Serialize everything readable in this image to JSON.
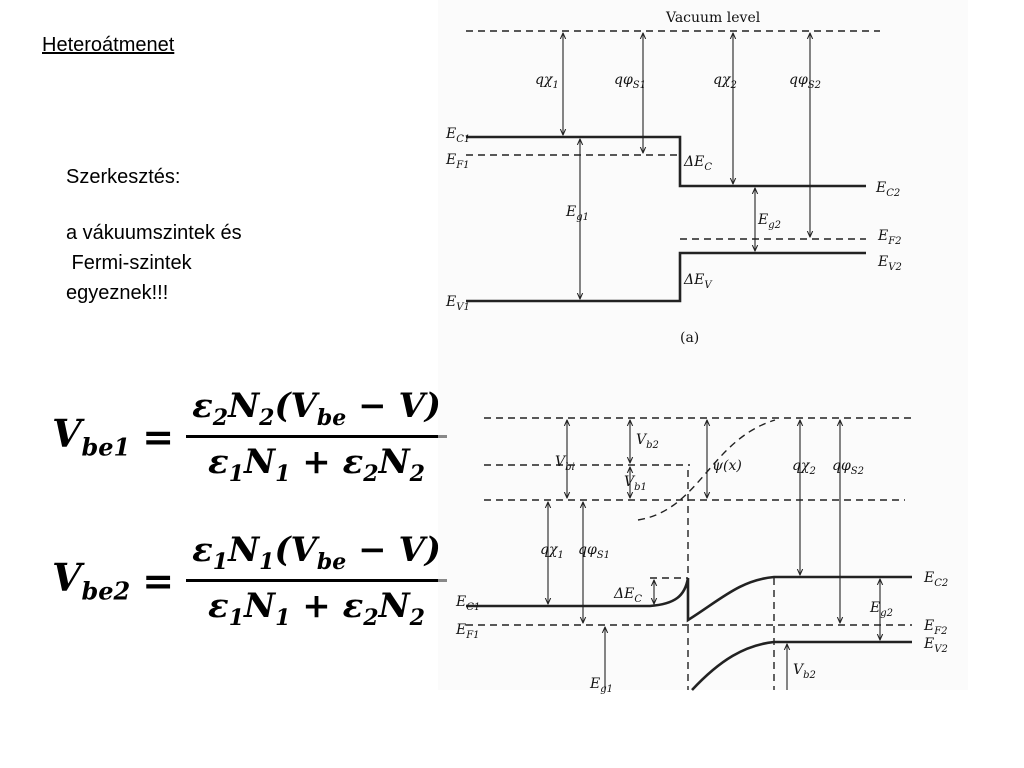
{
  "title": "Heteroátmenet",
  "notes": {
    "line1": "Szerkesztés:",
    "line2": "a vákuumszintek és",
    "line3": " Fermi-szintek",
    "line4": "egyeznek!!!"
  },
  "formula1": {
    "lhs": "V",
    "lhs_sub": "be1",
    "eq": "=",
    "num_a": "ε",
    "num_a_sub": "2",
    "num_b": "N",
    "num_b_sub": "2",
    "num_c": "(V",
    "num_c_sub": "be",
    "num_d": " − V)",
    "den_a": "ε",
    "den_a_sub": "1",
    "den_b": "N",
    "den_b_sub": "1",
    "den_c": " + ε",
    "den_c_sub": "2",
    "den_d": "N",
    "den_d_sub": "2"
  },
  "formula2": {
    "lhs": "V",
    "lhs_sub": "be2",
    "eq": "=",
    "num_a": "ε",
    "num_a_sub": "1",
    "num_b": "N",
    "num_b_sub": "1",
    "num_c": "(V",
    "num_c_sub": "be",
    "num_d": " − V)",
    "den_a": "ε",
    "den_a_sub": "1",
    "den_b": "N",
    "den_b_sub": "1",
    "den_c": " + ε",
    "den_c_sub": "2",
    "den_d": "N",
    "den_d_sub": "2"
  },
  "diagram_a": {
    "vacuum_level": "Vacuum level",
    "qchi1": "qχ",
    "qchi1_sub": "1",
    "qphi1": "qφ",
    "qphi1_sub": "S1",
    "qchi2": "qχ",
    "qchi2_sub": "2",
    "qphi2": "qφ",
    "qphi2_sub": "S2",
    "ec1": "E",
    "ec1_sub": "C1",
    "ef1": "E",
    "ef1_sub": "F1",
    "ev1": "E",
    "ev1_sub": "V1",
    "eg1": "E",
    "eg1_sub": "g1",
    "dec": "ΔE",
    "dec_sub": "C",
    "ec2": "E",
    "ec2_sub": "C2",
    "eg2": "E",
    "eg2_sub": "g2",
    "ef2": "E",
    "ef2_sub": "F2",
    "ev2": "E",
    "ev2_sub": "V2",
    "dev": "ΔE",
    "dev_sub": "V",
    "caption": "(a)"
  },
  "diagram_b": {
    "vb2": "V",
    "vb2_sub": "b2",
    "psi": "ψ(x)",
    "qchi2": "qχ",
    "qchi2_sub": "2",
    "qphi2": "qφ",
    "qphi2_sub": "S2",
    "vbi": "V",
    "vbi_sub": "bi",
    "vb1": "V",
    "vb1_sub": "b1",
    "qchi1": "qχ",
    "qchi1_sub": "1",
    "qphi1": "qφ",
    "qphi1_sub": "S1",
    "dec": "ΔE",
    "dec_sub": "C",
    "ec1": "E",
    "ec1_sub": "C1",
    "ec2": "E",
    "ec2_sub": "C2",
    "eg2": "E",
    "eg2_sub": "g2",
    "ef1": "E",
    "ef1_sub": "F1",
    "ef2": "E",
    "ef2_sub": "F2",
    "ev2": "E",
    "ev2_sub": "V2",
    "vb2_low": "V",
    "vb2_low_sub": "b2",
    "eg1": "E",
    "eg1_sub": "g1"
  }
}
